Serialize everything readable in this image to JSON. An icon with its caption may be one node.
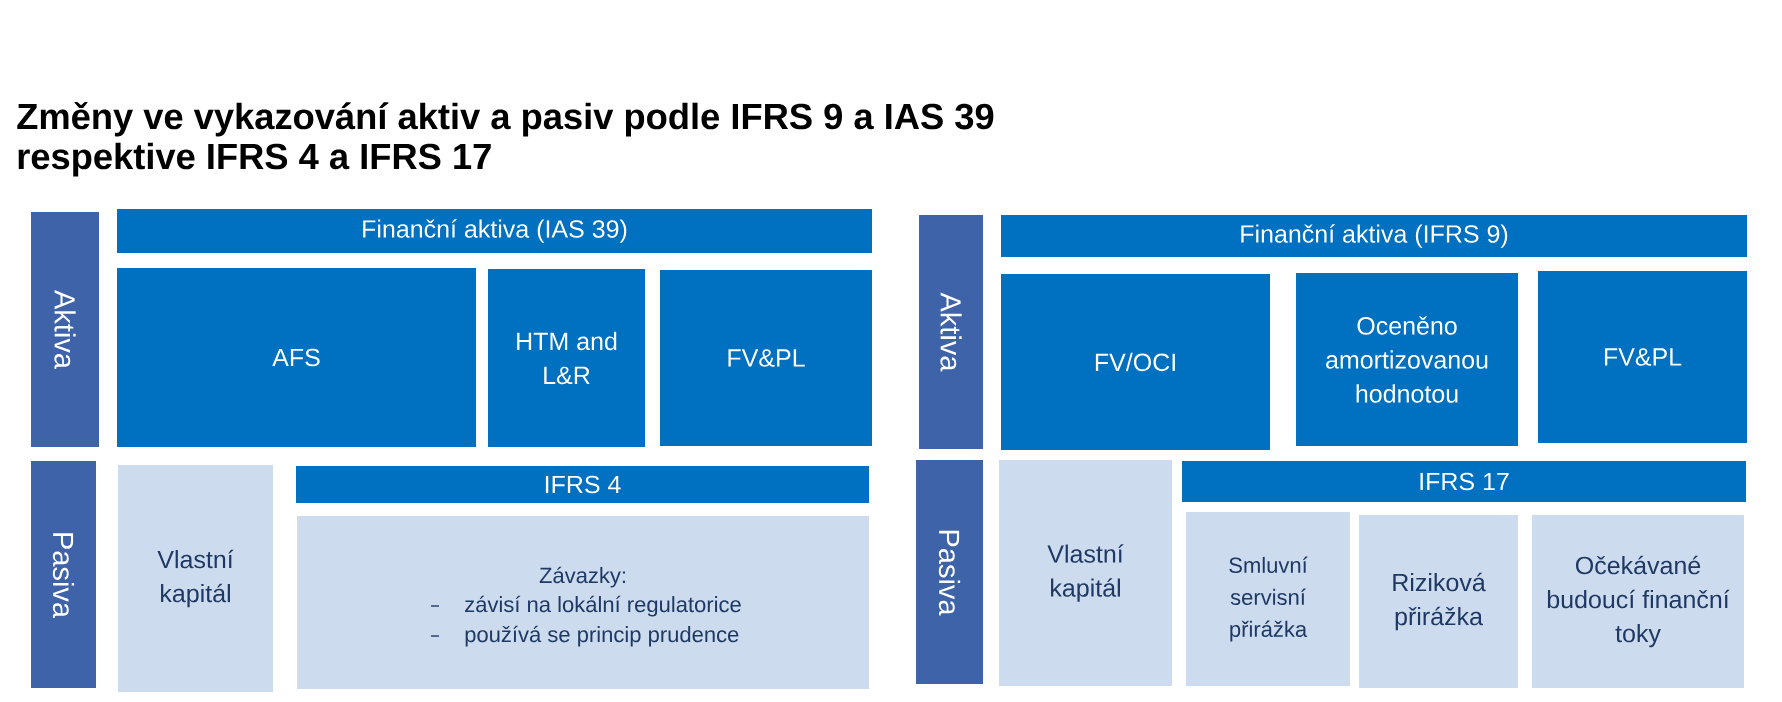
{
  "diagram": {
    "title": "Změny ve vykazování aktiv a pasiv podle IFRS 9 a IAS 39 respektive IFRS 4 a IFRS 17",
    "nodes": [
      {
        "text": [
          "Aktiva"
        ]
      },
      {
        "text": [
          "Finanční aktiva (IAS 39)"
        ]
      },
      {
        "text": [
          "AFS"
        ]
      },
      {
        "text": [
          "HTM and L&R"
        ]
      },
      {
        "text": [
          "FV&PL"
        ]
      },
      {
        "text": [
          "Pasiva"
        ]
      },
      {
        "text": [
          "Vlastní kapitál"
        ]
      },
      {
        "text": [
          "IFRS 4"
        ]
      },
      {
        "text": [
          "Závazky:",
          "závisí na lokální regulatorice",
          "používá se princip prudence"
        ]
      },
      {
        "text": [
          "Aktiva"
        ]
      },
      {
        "text": [
          "Finanční aktiva (IFRS 9)"
        ]
      },
      {
        "text": [
          "FV/OCI"
        ]
      },
      {
        "text": [
          "Oceněno amortizovanou hodnotou"
        ]
      },
      {
        "text": [
          "FV&PL"
        ]
      },
      {
        "text": [
          "Pasiva"
        ]
      },
      {
        "text": [
          "Vlastní kapitál"
        ]
      },
      {
        "text": [
          "IFRS 17"
        ]
      },
      {
        "text": [
          "Smluvní servisní přirážka"
        ]
      },
      {
        "text": [
          "Riziková přirážka"
        ]
      },
      {
        "text": [
          "Očekávané budoucí finanční toky"
        ]
      }
    ]
  }
}
